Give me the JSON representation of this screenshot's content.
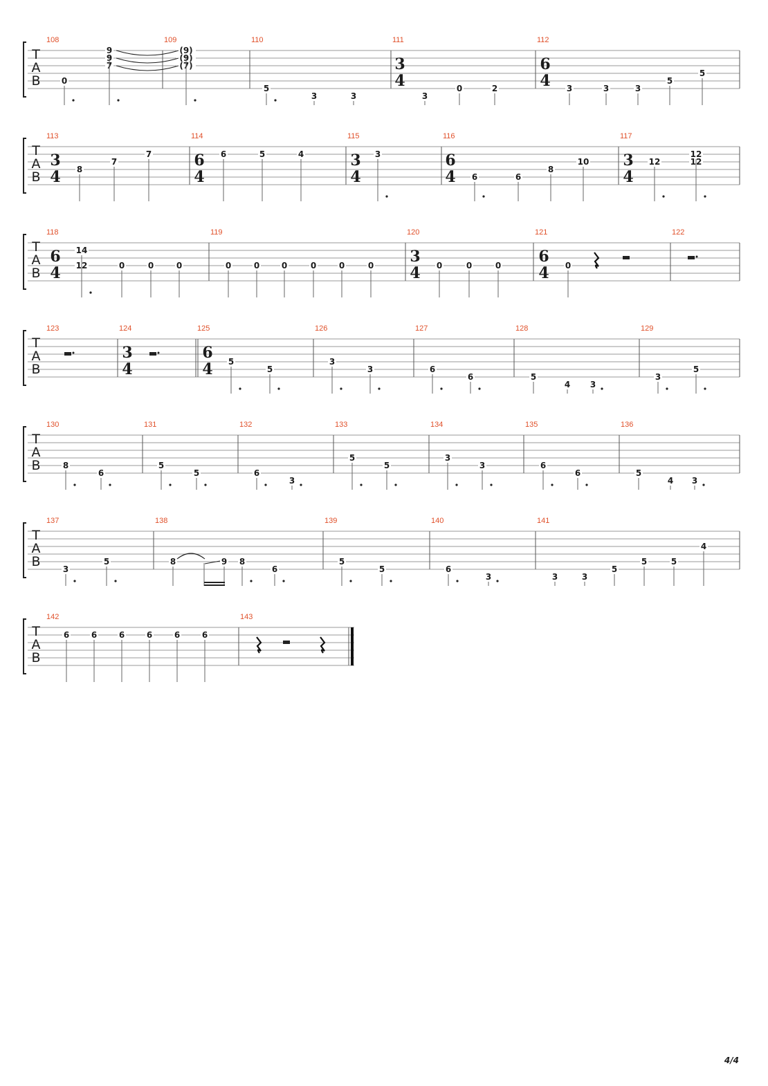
{
  "page": {
    "number_label": "4/4"
  },
  "tab_label": [
    "T",
    "A",
    "B"
  ],
  "measures": [
    {
      "n": "108",
      "ts": null,
      "notes": [
        {
          "frets": [
            [
              4,
              "0"
            ]
          ],
          "dot": true
        },
        {
          "frets": [
            [
              0,
              "9"
            ],
            [
              1,
              "9"
            ],
            [
              2,
              "7"
            ]
          ],
          "dot": true
        }
      ]
    },
    {
      "n": "109",
      "ts": null,
      "notes": [
        {
          "frets": [
            [
              0,
              "(9)"
            ],
            [
              1,
              "(9)"
            ],
            [
              2,
              "(7)"
            ]
          ],
          "dot": true
        }
      ]
    },
    {
      "n": "110",
      "ts": null,
      "notes": [
        {
          "frets": [
            [
              5,
              "5"
            ]
          ],
          "dot": true
        },
        {
          "frets": [
            [
              6,
              "3"
            ]
          ]
        },
        {
          "frets": [
            [
              6,
              "3"
            ]
          ]
        }
      ]
    },
    {
      "n": "111",
      "ts": [
        "3",
        "4"
      ],
      "notes": [
        {
          "frets": [
            [
              6,
              "3"
            ]
          ]
        },
        {
          "frets": [
            [
              5,
              "0"
            ]
          ]
        },
        {
          "frets": [
            [
              5,
              "2"
            ]
          ]
        }
      ]
    },
    {
      "n": "112",
      "ts": [
        "6",
        "4"
      ],
      "notes": [
        {
          "frets": [
            [
              5,
              "3"
            ]
          ]
        },
        {
          "frets": [
            [
              5,
              "3"
            ]
          ]
        },
        {
          "frets": [
            [
              5,
              "3"
            ]
          ]
        },
        {
          "frets": [
            [
              4,
              "5"
            ]
          ]
        },
        {
          "frets": [
            [
              3,
              "5"
            ]
          ]
        }
      ]
    },
    {
      "n": "113",
      "ts": [
        "3",
        "4"
      ],
      "notes": [
        {
          "frets": [
            [
              3,
              "8"
            ]
          ]
        },
        {
          "frets": [
            [
              2,
              "7"
            ]
          ]
        },
        {
          "frets": [
            [
              1,
              "7"
            ]
          ]
        }
      ]
    },
    {
      "n": "114",
      "ts": [
        "6",
        "4"
      ],
      "notes": [
        {
          "frets": [
            [
              1,
              "6"
            ]
          ]
        },
        {
          "frets": [
            [
              1,
              "5"
            ]
          ]
        },
        {
          "frets": [
            [
              1,
              "4"
            ]
          ]
        }
      ]
    },
    {
      "n": "115",
      "ts": [
        "3",
        "4"
      ],
      "notes": [
        {
          "frets": [
            [
              1,
              "3"
            ]
          ],
          "dot": true
        }
      ]
    },
    {
      "n": "116",
      "ts": [
        "6",
        "4"
      ],
      "notes": [
        {
          "frets": [
            [
              4,
              "6"
            ]
          ],
          "dot": true
        },
        {
          "frets": [
            [
              4,
              "6"
            ]
          ]
        },
        {
          "frets": [
            [
              3,
              "8"
            ]
          ]
        },
        {
          "frets": [
            [
              2,
              "10"
            ]
          ]
        }
      ]
    },
    {
      "n": "117",
      "ts": [
        "3",
        "4"
      ],
      "notes": [
        {
          "frets": [
            [
              2,
              "12"
            ]
          ],
          "dot": true
        },
        {
          "frets": [
            [
              1,
              "12"
            ],
            [
              2,
              "12"
            ]
          ],
          "dot": true
        }
      ]
    },
    {
      "n": "118",
      "ts": [
        "6",
        "4"
      ],
      "notes": [
        {
          "frets": [
            [
              1,
              "14"
            ],
            [
              3,
              "12"
            ]
          ],
          "dot": true
        },
        {
          "frets": [
            [
              3,
              "0"
            ]
          ]
        },
        {
          "frets": [
            [
              3,
              "0"
            ]
          ]
        },
        {
          "frets": [
            [
              3,
              "0"
            ]
          ]
        }
      ]
    },
    {
      "n": "119",
      "ts": null,
      "notes": [
        {
          "frets": [
            [
              3,
              "0"
            ]
          ]
        },
        {
          "frets": [
            [
              3,
              "0"
            ]
          ]
        },
        {
          "frets": [
            [
              3,
              "0"
            ]
          ]
        },
        {
          "frets": [
            [
              3,
              "0"
            ]
          ]
        },
        {
          "frets": [
            [
              3,
              "0"
            ]
          ]
        },
        {
          "frets": [
            [
              3,
              "0"
            ]
          ]
        }
      ]
    },
    {
      "n": "120",
      "ts": [
        "3",
        "4"
      ],
      "notes": [
        {
          "frets": [
            [
              3,
              "0"
            ]
          ]
        },
        {
          "frets": [
            [
              3,
              "0"
            ]
          ]
        },
        {
          "frets": [
            [
              3,
              "0"
            ]
          ]
        }
      ]
    },
    {
      "n": "121",
      "ts": [
        "6",
        "4"
      ],
      "notes": [
        {
          "frets": [
            [
              3,
              "0"
            ]
          ]
        }
      ],
      "rests": [
        "quarter",
        "half"
      ]
    },
    {
      "n": "122",
      "ts": null,
      "notes": [],
      "rests": [
        "dotted-half"
      ]
    },
    {
      "n": "123",
      "ts": null,
      "notes": [],
      "rests": [
        "dotted-half"
      ]
    },
    {
      "n": "124",
      "ts": [
        "3",
        "4"
      ],
      "notes": [],
      "rests": [
        "dotted-half"
      ]
    },
    {
      "n": "125",
      "ts": [
        "6",
        "4"
      ],
      "notes": [
        {
          "frets": [
            [
              3,
              "5"
            ]
          ],
          "dot": true
        },
        {
          "frets": [
            [
              4,
              "5"
            ]
          ],
          "dot": true
        }
      ]
    },
    {
      "n": "126",
      "ts": null,
      "notes": [
        {
          "frets": [
            [
              3,
              "3"
            ]
          ],
          "dot": true
        },
        {
          "frets": [
            [
              4,
              "3"
            ]
          ],
          "dot": true
        }
      ]
    },
    {
      "n": "127",
      "ts": null,
      "notes": [
        {
          "frets": [
            [
              4,
              "6"
            ]
          ],
          "dot": true
        },
        {
          "frets": [
            [
              5,
              "6"
            ]
          ],
          "dot": true
        }
      ]
    },
    {
      "n": "128",
      "ts": null,
      "notes": [
        {
          "frets": [
            [
              5,
              "5"
            ]
          ]
        },
        {
          "frets": [
            [
              6,
              "4"
            ]
          ]
        },
        {
          "frets": [
            [
              6,
              "3"
            ]
          ],
          "dot": true
        }
      ]
    },
    {
      "n": "129",
      "ts": null,
      "notes": [
        {
          "frets": [
            [
              5,
              "3"
            ]
          ],
          "dot": true
        },
        {
          "frets": [
            [
              4,
              "5"
            ]
          ],
          "dot": true
        }
      ]
    },
    {
      "n": "130",
      "ts": null,
      "notes": [
        {
          "frets": [
            [
              4,
              "8"
            ]
          ],
          "dot": true
        },
        {
          "frets": [
            [
              5,
              "6"
            ]
          ],
          "dot": true
        }
      ]
    },
    {
      "n": "131",
      "ts": null,
      "notes": [
        {
          "frets": [
            [
              4,
              "5"
            ]
          ],
          "dot": true
        },
        {
          "frets": [
            [
              5,
              "5"
            ]
          ],
          "dot": true
        }
      ]
    },
    {
      "n": "132",
      "ts": null,
      "notes": [
        {
          "frets": [
            [
              5,
              "6"
            ]
          ],
          "dot": true
        },
        {
          "frets": [
            [
              6,
              "3"
            ]
          ],
          "dot": true
        }
      ]
    },
    {
      "n": "133",
      "ts": null,
      "notes": [
        {
          "frets": [
            [
              3,
              "5"
            ]
          ],
          "dot": true
        },
        {
          "frets": [
            [
              4,
              "5"
            ]
          ],
          "dot": true
        }
      ]
    },
    {
      "n": "134",
      "ts": null,
      "notes": [
        {
          "frets": [
            [
              3,
              "3"
            ]
          ],
          "dot": true
        },
        {
          "frets": [
            [
              4,
              "3"
            ]
          ],
          "dot": true
        }
      ]
    },
    {
      "n": "135",
      "ts": null,
      "notes": [
        {
          "frets": [
            [
              4,
              "6"
            ]
          ],
          "dot": true
        },
        {
          "frets": [
            [
              5,
              "6"
            ]
          ],
          "dot": true
        }
      ]
    },
    {
      "n": "136",
      "ts": null,
      "notes": [
        {
          "frets": [
            [
              5,
              "5"
            ]
          ]
        },
        {
          "frets": [
            [
              6,
              "4"
            ]
          ]
        },
        {
          "frets": [
            [
              6,
              "3"
            ]
          ],
          "dot": true
        }
      ]
    },
    {
      "n": "137",
      "ts": null,
      "notes": [
        {
          "frets": [
            [
              5,
              "3"
            ]
          ],
          "dot": true
        },
        {
          "frets": [
            [
              4,
              "5"
            ]
          ],
          "dot": true
        }
      ]
    },
    {
      "n": "138",
      "ts": null,
      "notes": [
        {
          "frets": [
            [
              4,
              "8"
            ]
          ]
        },
        {
          "frets": [
            [
              4,
              "9"
            ]
          ]
        },
        {
          "frets": [
            [
              4,
              "8"
            ]
          ],
          "dot": true
        },
        {
          "frets": [
            [
              5,
              "6"
            ]
          ],
          "dot": true
        }
      ]
    },
    {
      "n": "139",
      "ts": null,
      "notes": [
        {
          "frets": [
            [
              4,
              "5"
            ]
          ],
          "dot": true
        },
        {
          "frets": [
            [
              5,
              "5"
            ]
          ],
          "dot": true
        }
      ]
    },
    {
      "n": "140",
      "ts": null,
      "notes": [
        {
          "frets": [
            [
              5,
              "6"
            ]
          ],
          "dot": true
        },
        {
          "frets": [
            [
              6,
              "3"
            ]
          ],
          "dot": true
        }
      ]
    },
    {
      "n": "141",
      "ts": null,
      "notes": [
        {
          "frets": [
            [
              6,
              "3"
            ]
          ]
        },
        {
          "frets": [
            [
              6,
              "3"
            ]
          ]
        },
        {
          "frets": [
            [
              5,
              "5"
            ]
          ]
        },
        {
          "frets": [
            [
              4,
              "5"
            ]
          ]
        },
        {
          "frets": [
            [
              4,
              "5"
            ]
          ]
        },
        {
          "frets": [
            [
              2,
              "4"
            ]
          ]
        }
      ]
    },
    {
      "n": "142",
      "ts": null,
      "notes": [
        {
          "frets": [
            [
              1,
              "6"
            ]
          ]
        },
        {
          "frets": [
            [
              1,
              "6"
            ]
          ]
        },
        {
          "frets": [
            [
              1,
              "6"
            ]
          ]
        },
        {
          "frets": [
            [
              1,
              "6"
            ]
          ]
        },
        {
          "frets": [
            [
              1,
              "6"
            ]
          ]
        },
        {
          "frets": [
            [
              1,
              "6"
            ]
          ]
        }
      ]
    },
    {
      "n": "143",
      "ts": null,
      "notes": [],
      "rests": [
        "quarter",
        "half",
        "quarter"
      ]
    }
  ]
}
